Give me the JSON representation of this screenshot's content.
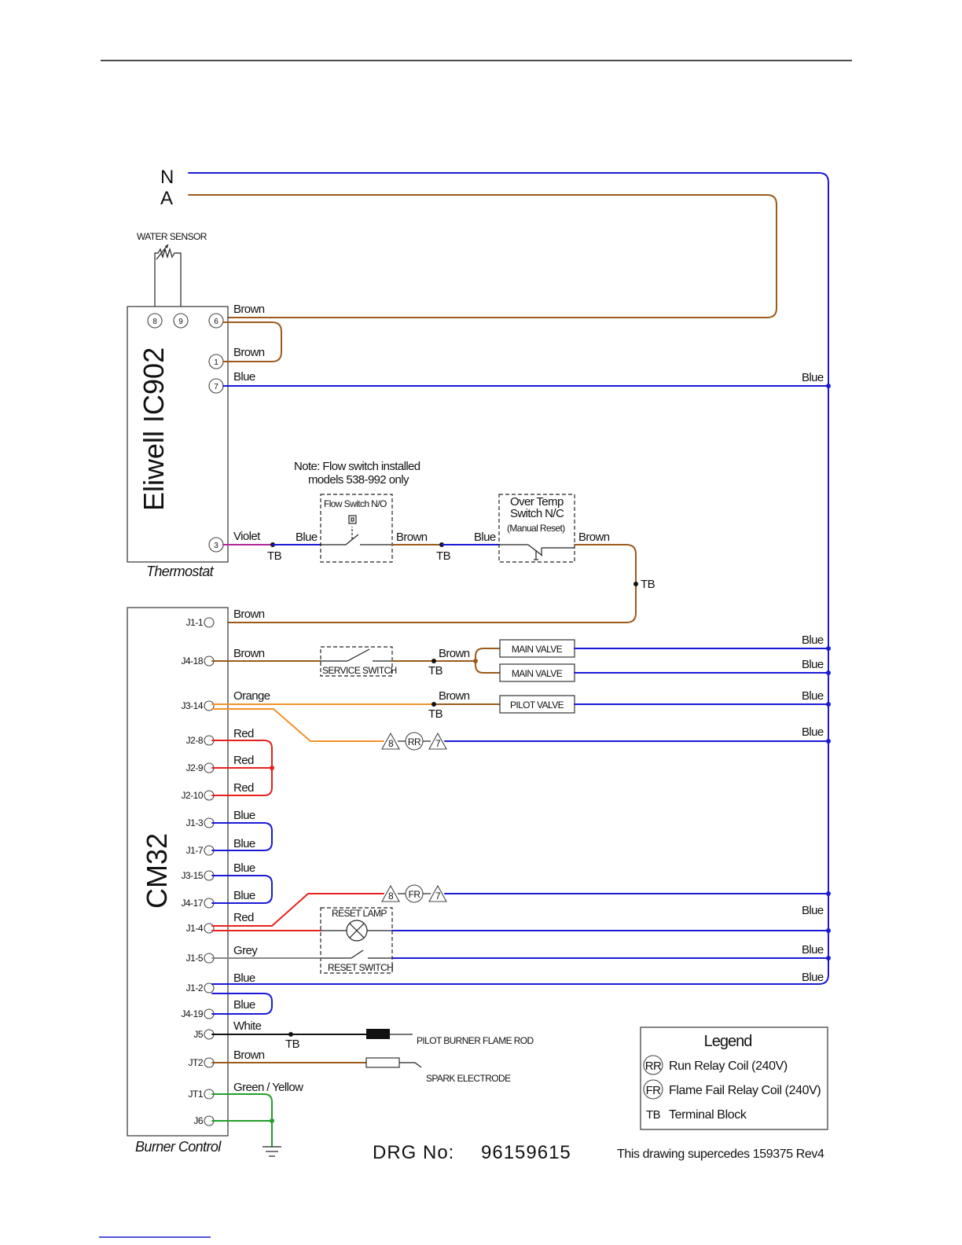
{
  "colors": {
    "blue": "#1a1ad6",
    "brown": "#9c5a1c",
    "orange": "#f0922a",
    "red": "#e8201e",
    "violet": "#b0289a",
    "grey": "#888888",
    "green": "#22a02a",
    "black": "#111111",
    "page_rule": "#111111",
    "footer_rule": "#1a1ad6"
  },
  "supply": {
    "neutral_label": "N",
    "active_label": "A"
  },
  "thermostat": {
    "model": "Eliwell IC902",
    "caption": "Thermostat",
    "sensor_label": "WATER SENSOR",
    "terminals": [
      "8",
      "9",
      "6",
      "1",
      "7",
      "3"
    ],
    "wires": {
      "t6": "Brown",
      "t1": "Brown",
      "t7": "Blue",
      "t3": "Violet"
    }
  },
  "safety_chain": {
    "note_line1": "Note: Flow switch installed",
    "note_line2": "models 538-992 only",
    "flow_switch_label": "Flow Switch N/O",
    "over_temp_line1": "Over Temp",
    "over_temp_line2": "Switch N/C",
    "over_temp_line3": "(Manual Reset)",
    "wire_labels": [
      "Blue",
      "Brown",
      "Blue",
      "Brown"
    ],
    "tb_label": "TB"
  },
  "burner_control": {
    "model": "CM32",
    "caption": "Burner Control",
    "pins": [
      {
        "id": "J1-1",
        "wire": "Brown"
      },
      {
        "id": "J4-18",
        "wire": "Brown"
      },
      {
        "id": "J3-14",
        "wire": "Orange"
      },
      {
        "id": "J2-8",
        "wire": "Red"
      },
      {
        "id": "J2-9",
        "wire": "Red"
      },
      {
        "id": "J2-10",
        "wire": "Red"
      },
      {
        "id": "J1-3",
        "wire": "Blue"
      },
      {
        "id": "J1-7",
        "wire": "Blue"
      },
      {
        "id": "J3-15",
        "wire": "Blue"
      },
      {
        "id": "J4-17",
        "wire": "Blue"
      },
      {
        "id": "J1-4",
        "wire": "Red"
      },
      {
        "id": "J1-5",
        "wire": "Grey"
      },
      {
        "id": "J1-2",
        "wire": "Blue"
      },
      {
        "id": "J4-19",
        "wire": "Blue"
      },
      {
        "id": "J5",
        "wire": "White"
      },
      {
        "id": "JT2",
        "wire": "Brown"
      },
      {
        "id": "JT1",
        "wire": "Green / Yellow"
      },
      {
        "id": "J6",
        "wire": ""
      }
    ]
  },
  "components": {
    "service_switch": "SERVICE SWITCH",
    "main_valve_1": "MAIN VALVE",
    "main_valve_2": "MAIN VALVE",
    "pilot_valve": "PILOT VALVE",
    "valve_feed_label_1": "Brown",
    "valve_feed_label_2": "Brown",
    "run_relay": "RR",
    "flame_fail_relay": "FR",
    "relay_pin_in": "8",
    "relay_pin_out": "7",
    "reset_lamp": "RESET LAMP",
    "reset_switch": "RESET SWITCH",
    "flame_rod": "PILOT BURNER FLAME ROD",
    "spark_electrode": "SPARK ELECTRODE"
  },
  "return_labels": {
    "thermostat_blue": "Blue",
    "main_valve_1": "Blue",
    "main_valve_2": "Blue",
    "pilot_valve": "Blue",
    "run_relay": "Blue",
    "reset_lamp": "Blue",
    "reset_switch": "Blue",
    "j1_2": "Blue"
  },
  "legend": {
    "title": "Legend",
    "items": [
      {
        "symbol": "RR",
        "text": "Run Relay Coil (240V)"
      },
      {
        "symbol": "FR",
        "text": "Flame Fail Relay Coil (240V)"
      },
      {
        "symbol": "TB",
        "text": "Terminal Block"
      }
    ]
  },
  "footer": {
    "drg_label": "DRG No:",
    "drg_number": "96159615",
    "supersedes": "This drawing supercedes 159375 Rev4"
  }
}
